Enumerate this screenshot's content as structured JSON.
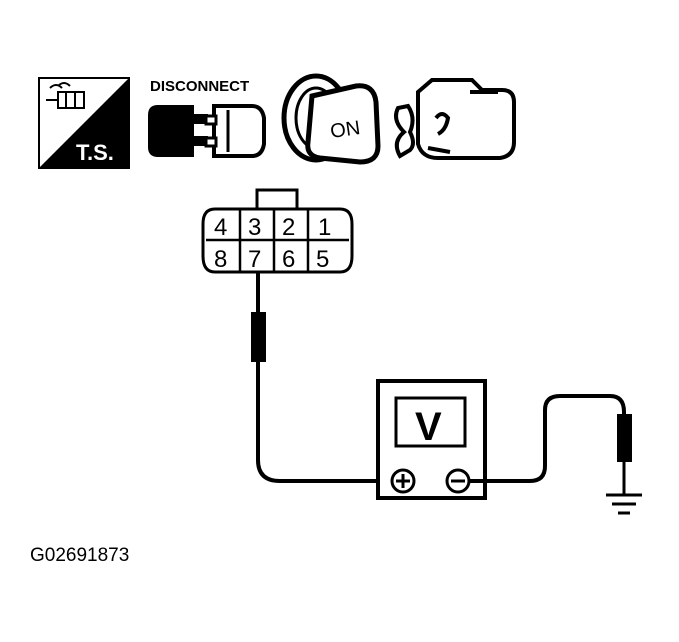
{
  "icons": {
    "ts": {
      "name": "ts-icon",
      "label": "T.S."
    },
    "disconnect": {
      "name": "disconnect-connector-icon",
      "label": "DISCONNECT"
    },
    "ignition": {
      "name": "ignition-key-icon",
      "label": "ON"
    },
    "engine": {
      "name": "engine-icon"
    }
  },
  "connector": {
    "top_pins": [
      "4",
      "3",
      "2",
      "1"
    ],
    "bottom_pins": [
      "8",
      "7",
      "6",
      "5"
    ]
  },
  "voltmeter": {
    "display": "V",
    "positive_icon": "plus-terminal-icon",
    "negative_icon": "minus-terminal-icon"
  },
  "ground_icon": "ground-symbol-icon",
  "figure_id": "G02691873",
  "colors": {
    "ink": "#000000",
    "paper": "#ffffff"
  }
}
